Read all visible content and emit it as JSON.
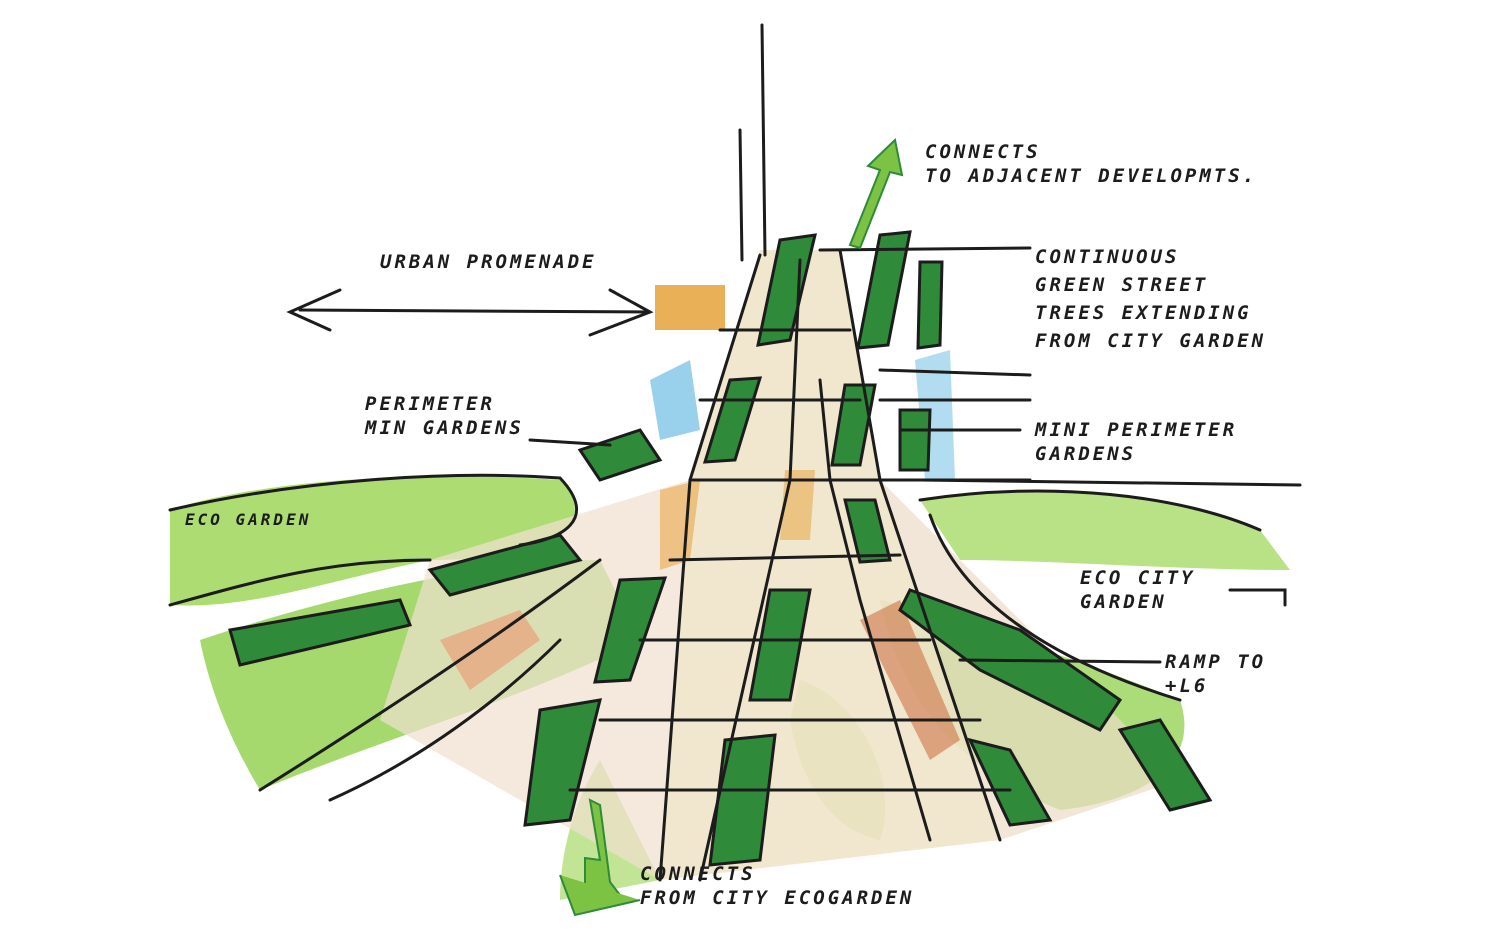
{
  "colors": {
    "ink": "#1c1c1c",
    "light_green": "#8fd04a",
    "dark_green": "#2f8a3a",
    "paving": "#e8d9bf",
    "orange": "#e6a23a",
    "blue": "#7fc4e6",
    "rust": "#c96a3a"
  },
  "labels": {
    "connect_adjacent": [
      "CONNECTS",
      "TO ADJACENT DEVELOPMTS."
    ],
    "urban_promenade": [
      "URBAN PROMENADE"
    ],
    "continuous_green": [
      "CONTINUOUS",
      "GREEN STREET",
      "TREES EXTENDING",
      "FROM CITY GARDEN"
    ],
    "perimeter_min_gardens": [
      "PERIMETER",
      "MIN GARDENS"
    ],
    "mini_perimeter_gardens": [
      "MINI PERIMETER",
      "GARDENS"
    ],
    "eco_garden": [
      "ECO GARDEN"
    ],
    "eco_city_garden": [
      "ECO CITY",
      "GARDEN"
    ],
    "ramp": [
      "RAMP TO",
      "+L6"
    ],
    "connects_from": [
      "CONNECTS",
      "FROM   CITY ECOGARDEN"
    ]
  }
}
